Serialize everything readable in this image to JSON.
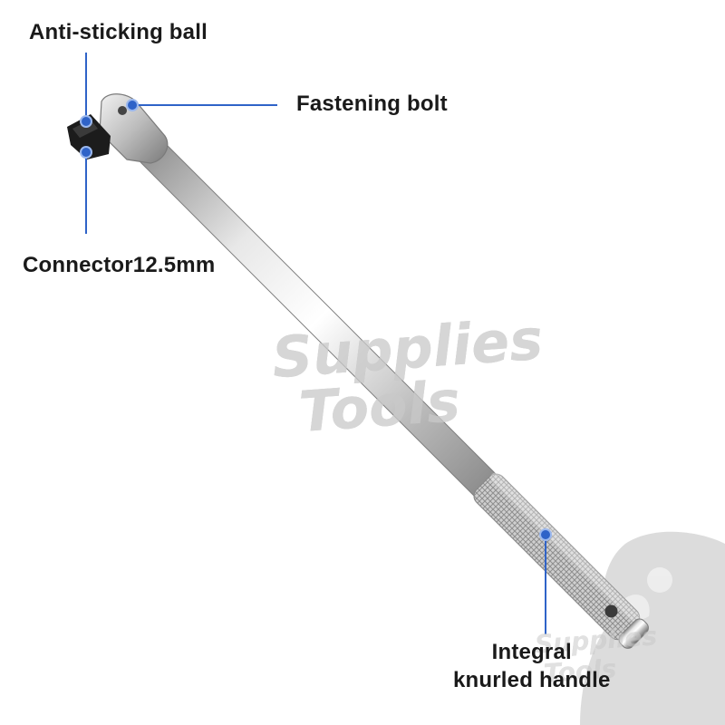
{
  "callouts": {
    "anti_sticking_ball": "Anti-sticking ball",
    "fastening_bolt": "Fastening bolt",
    "connector": "Connector12.5mm",
    "handle_line1": "Integral",
    "handle_line2": "knurled handle"
  },
  "watermark": {
    "line1": "Supplies",
    "line2": "Tools"
  },
  "colors": {
    "callout_line": "#2f63c8",
    "callout_dot": "#2f63c8",
    "chrome_light": "#f4f4f4",
    "chrome_dark": "#8a8a8a",
    "drive_square": "#1c1c1c",
    "watermark": "#c9c9c9"
  }
}
